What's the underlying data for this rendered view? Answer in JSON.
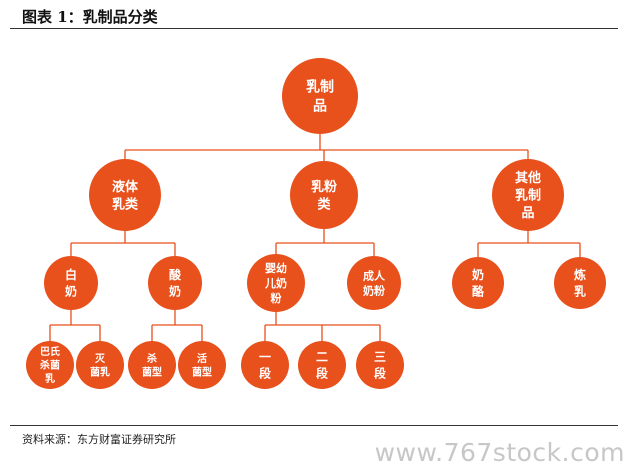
{
  "title": "图表 1：乳制品分类",
  "source": "资料来源：东方财富证券研究所",
  "watermark": "www.767stock.com",
  "colors": {
    "node": "#e8501c",
    "connector": "#e8501c"
  },
  "tree": {
    "label": [
      "乳制",
      "品"
    ],
    "children": [
      {
        "label": [
          "液体",
          "乳类"
        ],
        "children": [
          {
            "label": [
              "白",
              "奶"
            ],
            "children": [
              {
                "label": [
                  "巴氏",
                  "杀菌",
                  "乳"
                ]
              },
              {
                "label": [
                  "灭",
                  "菌乳"
                ]
              }
            ]
          },
          {
            "label": [
              "酸",
              "奶"
            ],
            "children": [
              {
                "label": [
                  "杀",
                  "菌型"
                ]
              },
              {
                "label": [
                  "活",
                  "菌型"
                ]
              }
            ]
          }
        ]
      },
      {
        "label": [
          "乳粉",
          "类"
        ],
        "children": [
          {
            "label": [
              "婴幼",
              "儿奶",
              "粉"
            ],
            "children": [
              {
                "label": [
                  "一",
                  "段"
                ]
              },
              {
                "label": [
                  "二",
                  "段"
                ]
              },
              {
                "label": [
                  "三",
                  "段"
                ]
              }
            ]
          },
          {
            "label": [
              "成人",
              "奶粉"
            ]
          }
        ]
      },
      {
        "label": [
          "其他",
          "乳制",
          "品"
        ],
        "children": [
          {
            "label": [
              "奶",
              "酪"
            ]
          },
          {
            "label": [
              "炼",
              "乳"
            ]
          }
        ]
      }
    ]
  }
}
